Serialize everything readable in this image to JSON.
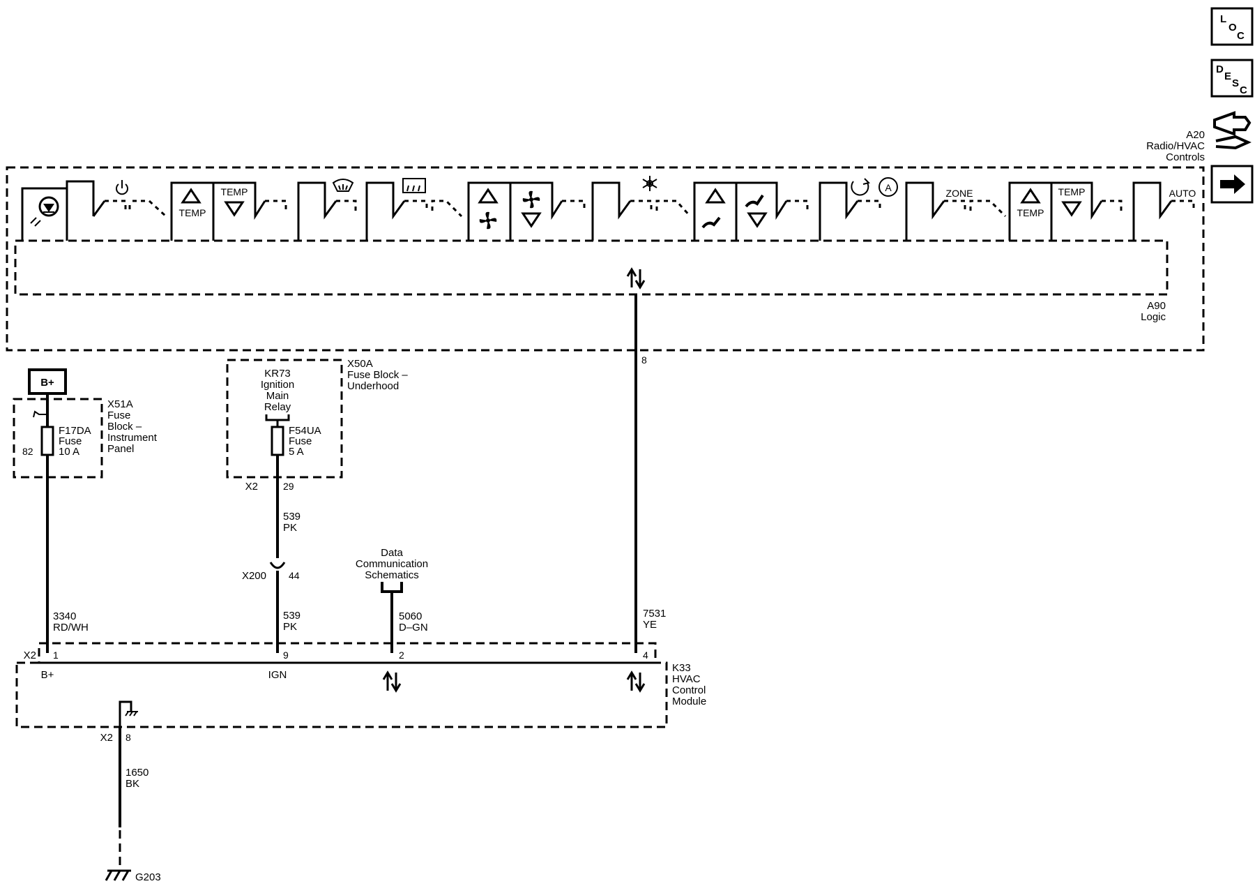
{
  "nav": {
    "loc": {
      "l1": "L",
      "l2": "O",
      "l3": "C"
    },
    "desc": {
      "l1": "D",
      "l2": "E",
      "l3": "S",
      "l4": "C"
    },
    "icons": [
      "connector-view-icon",
      "next-page-arrow-icon"
    ]
  },
  "a20": {
    "id": "A20",
    "name1": "Radio/HVAC",
    "name2": "Controls"
  },
  "a90": {
    "id": "A90",
    "name": "Logic",
    "pin": "8"
  },
  "switch_labels": {
    "temp": "TEMP",
    "zone": "ZONE",
    "auto": "AUTO"
  },
  "battery": {
    "label": "B+"
  },
  "x51a": {
    "id": "X51A",
    "name1": "Fuse",
    "name2": "Block –",
    "name3": "Instrument",
    "name4": "Panel",
    "pin": "82",
    "fuse_id": "F17DA",
    "fuse_word": "Fuse",
    "fuse_rating": "10 A"
  },
  "x50a": {
    "id": "X50A",
    "name1": "Fuse Block –",
    "name2": "Underhood",
    "relay_id": "KR73",
    "relay_1": "Ignition",
    "relay_2": "Main",
    "relay_3": "Relay",
    "fuse_id": "F54UA",
    "fuse_word": "Fuse",
    "fuse_rating": "5 A",
    "conn": "X2",
    "pin": "29"
  },
  "wires": {
    "w539a": {
      "circuit": "539",
      "color": "PK"
    },
    "w539b": {
      "circuit": "539",
      "color": "PK"
    },
    "w3340": {
      "circuit": "3340",
      "color": "RD/WH"
    },
    "w5060": {
      "circuit": "5060",
      "color": "D–GN"
    },
    "w7531": {
      "circuit": "7531",
      "color": "YE"
    },
    "w1650": {
      "circuit": "1650",
      "color": "BK"
    }
  },
  "x200": {
    "id": "X200",
    "pin": "44"
  },
  "data_comm": {
    "l1": "Data",
    "l2": "Communication",
    "l3": "Schematics"
  },
  "k33": {
    "id": "K33",
    "name1": "HVAC",
    "name2": "Control",
    "name3": "Module",
    "conn": "X2",
    "pin1": "1",
    "pin9": "9",
    "pin2": "2",
    "pin4": "4",
    "lbl_bplus": "B+",
    "lbl_ign": "IGN",
    "gnd_conn": "X2",
    "gnd_pin": "8"
  },
  "g203": {
    "id": "G203"
  }
}
